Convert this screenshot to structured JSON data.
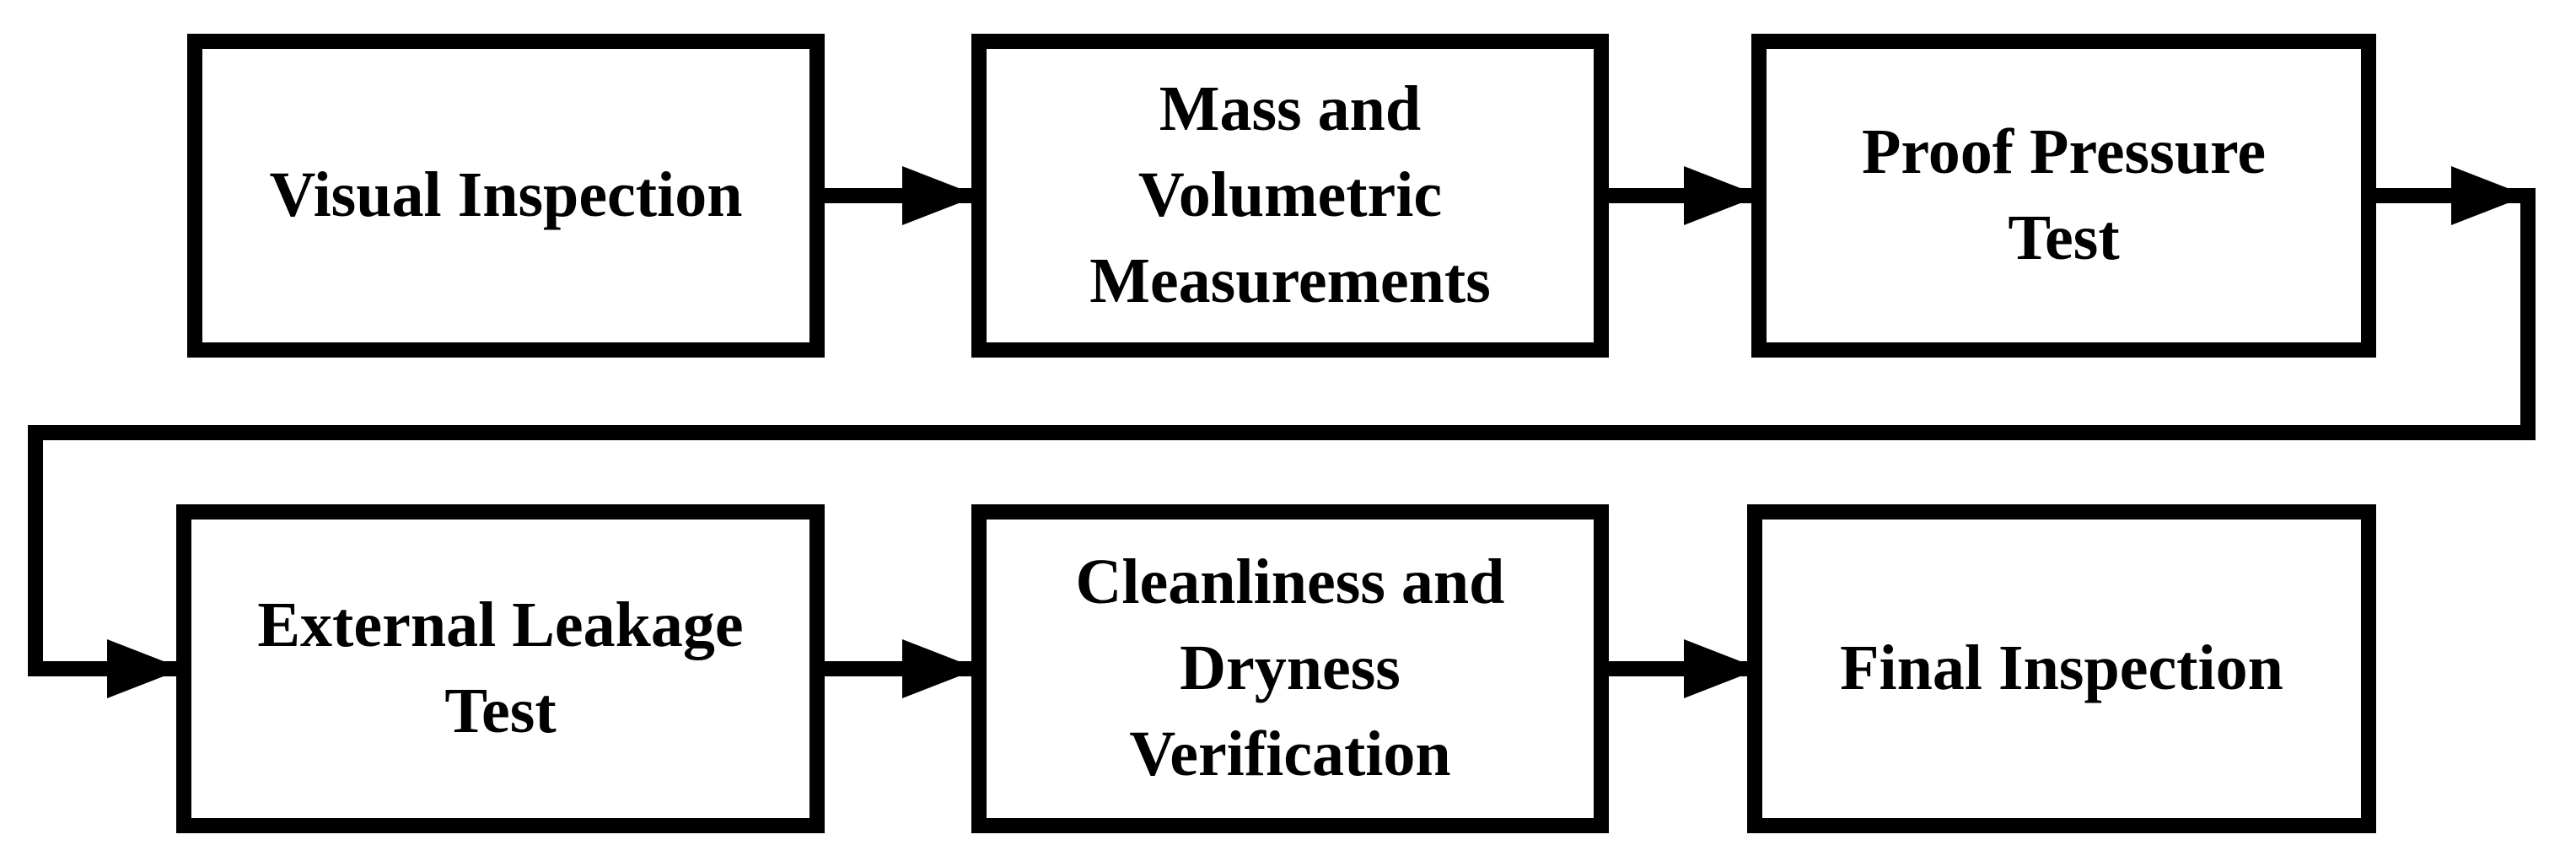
{
  "colors": {
    "stroke": "#000000",
    "background": "#ffffff",
    "text": "#000000"
  },
  "steps": [
    {
      "label": "Visual Inspection"
    },
    {
      "label": "Mass and\nVolumetric\nMeasurements"
    },
    {
      "label": "Proof Pressure\nTest"
    },
    {
      "label": "External Leakage\nTest"
    },
    {
      "label": "Cleanliness and\nDryness\nVerification"
    },
    {
      "label": "Final Inspection"
    }
  ]
}
